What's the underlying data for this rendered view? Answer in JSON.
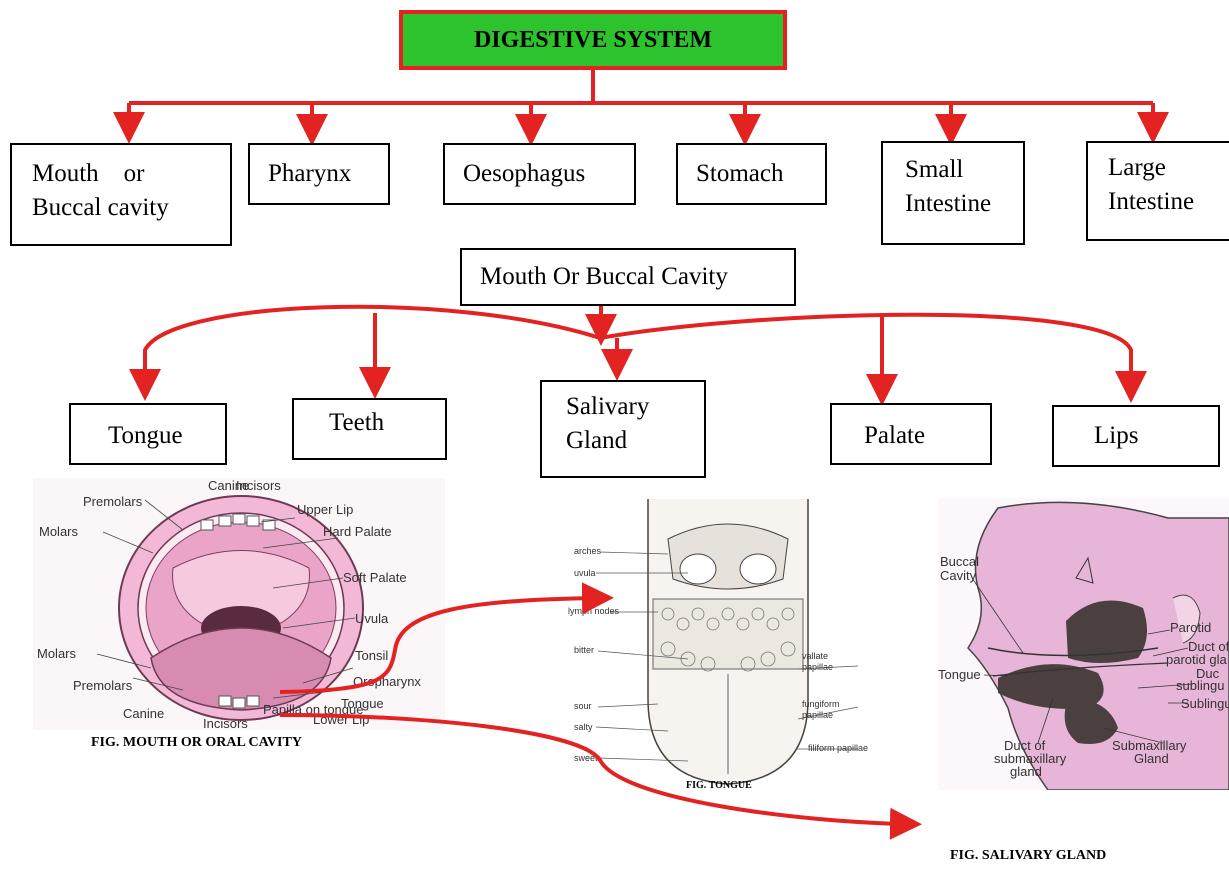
{
  "title": "DIGESTIVE SYSTEM",
  "parts": {
    "mouth_l1": "Mouth    or",
    "mouth_l2": "Buccal cavity",
    "pharynx": "Pharynx",
    "oesophagus": "Oesophagus",
    "stomach": "Stomach",
    "small_l1": "Small",
    "small_l2": "Intestine",
    "large_l1": "Large",
    "large_l2": "Intestine"
  },
  "mouth_heading": "Mouth Or Buccal Cavity",
  "mouth_parts": {
    "tongue": "Tongue",
    "teeth": "Teeth",
    "salivary_l1": "Salivary",
    "salivary_l2": "Gland",
    "palate": "Palate",
    "lips": "Lips"
  },
  "figures": {
    "mouth": {
      "caption": "FIG. MOUTH OR ORAL CAVITY",
      "labels": {
        "canine_top": "Canine",
        "incisors_top": "Incisors",
        "premolars_top": "Premolars",
        "upper_lip": "Upper Lip",
        "hard_palate": "Hard Palate",
        "molars_top": "Molars",
        "soft_palate": "Soft Palate",
        "uvula": "Uvula",
        "tonsil": "Tonsil",
        "oropharynx": "Oropharynx",
        "molars_bottom": "Molars",
        "tongue": "Tongue",
        "premolars_bottom": "Premolars",
        "lower_lip": "Lower Lip",
        "canine_bottom": "Canine",
        "papilla": "Papilla on tongue",
        "incisors_bottom": "Incisors"
      }
    },
    "tongue": {
      "caption": "FIG. TONGUE",
      "labels": {
        "arches": "arches",
        "uvula": "uvula",
        "lymph": "lymph nodes",
        "vallate": "vallate",
        "vallate2": "papillae",
        "bitter": "bitter",
        "fungiform": "fungiform",
        "fungiform2": "papillae",
        "sour": "sour",
        "filiform": "filiform papillae",
        "salty": "salty",
        "sweet": "sweet"
      }
    },
    "salivary": {
      "caption": "FIG. SALIVARY GLAND",
      "labels": {
        "buccal1": "Buccal",
        "buccal2": "Cavity",
        "parotid": "Parotid",
        "duct_parotid1": "Duct of",
        "duct_parotid2": "parotid gla",
        "tongue": "Tongue",
        "duct_sub1": "Duc",
        "duct_sub2": "sublingu",
        "sublingual": "Sublingu",
        "duct_submax1": "Duct of",
        "duct_submax2": "submaxillary",
        "duct_submax3": "gland",
        "submax1": "Submaxillary",
        "submax2": "Gland"
      }
    }
  },
  "colors": {
    "arrow": "#e32222",
    "title_fill": "#2dc32d",
    "pink": "#e9a4c8"
  }
}
